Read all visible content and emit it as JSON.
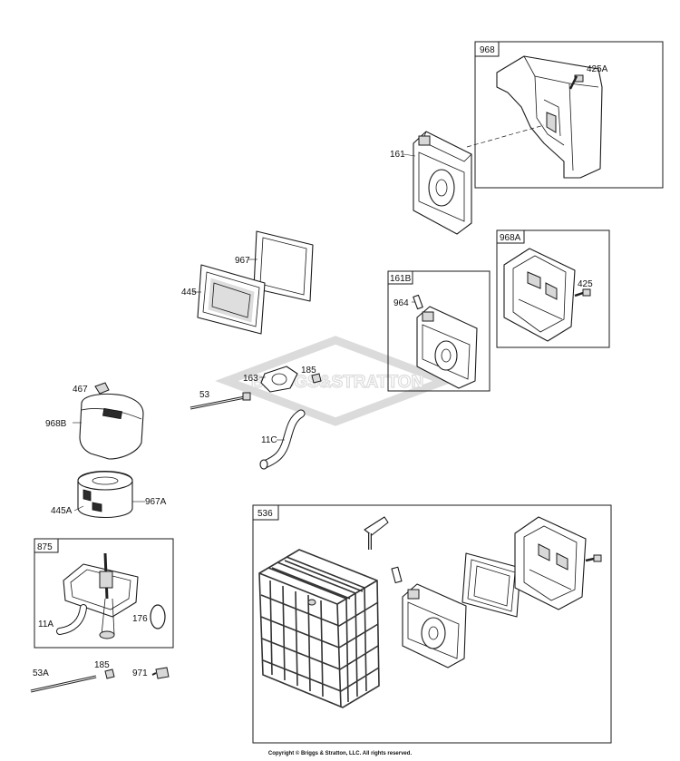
{
  "watermark": "BRIGGS&STRATTON",
  "copyright": "Copyright © Briggs & Stratton, LLC. All rights reserved.",
  "boxes": [
    {
      "id": "968",
      "label": "968"
    },
    {
      "id": "968A",
      "label": "968A"
    },
    {
      "id": "161B",
      "label": "161B"
    },
    {
      "id": "875",
      "label": "875"
    },
    {
      "id": "536",
      "label": "536"
    }
  ],
  "callouts": {
    "p425A": "425A",
    "p161": "161",
    "p967": "967",
    "p445": "445",
    "p964": "964",
    "p425": "425",
    "p163": "163",
    "p185": "185",
    "p53": "53",
    "p467": "467",
    "p968B": "968B",
    "p11C": "11C",
    "p445A": "445A",
    "p967A": "967A",
    "p11A": "11A",
    "p176": "176",
    "p185b": "185",
    "p53A": "53A",
    "p971": "971"
  }
}
